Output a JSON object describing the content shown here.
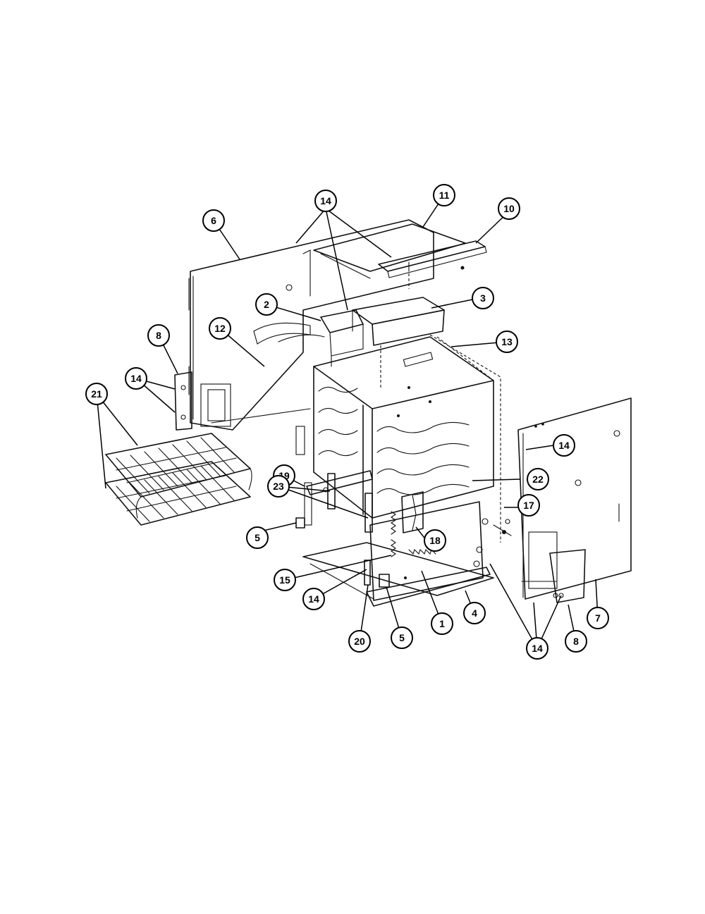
{
  "callouts": [
    {
      "id": "c14a",
      "text": "14"
    },
    {
      "id": "c11",
      "text": "11"
    },
    {
      "id": "c10",
      "text": "10"
    },
    {
      "id": "c6",
      "text": "6"
    },
    {
      "id": "c2",
      "text": "2"
    },
    {
      "id": "c3",
      "text": "3"
    },
    {
      "id": "c12",
      "text": "12"
    },
    {
      "id": "c13",
      "text": "13"
    },
    {
      "id": "c8a",
      "text": "8"
    },
    {
      "id": "c14b",
      "text": "14"
    },
    {
      "id": "c21",
      "text": "21"
    },
    {
      "id": "c14c",
      "text": "14"
    },
    {
      "id": "c19",
      "text": "19"
    },
    {
      "id": "c22",
      "text": "22"
    },
    {
      "id": "c23",
      "text": "23"
    },
    {
      "id": "c17",
      "text": "17"
    },
    {
      "id": "c5a",
      "text": "5"
    },
    {
      "id": "c18",
      "text": "18"
    },
    {
      "id": "c15",
      "text": "15"
    },
    {
      "id": "c14d",
      "text": "14"
    },
    {
      "id": "c1",
      "text": "1"
    },
    {
      "id": "c4",
      "text": "4"
    },
    {
      "id": "c7",
      "text": "7"
    },
    {
      "id": "c20",
      "text": "20"
    },
    {
      "id": "c5b",
      "text": "5"
    },
    {
      "id": "c14e",
      "text": "14"
    },
    {
      "id": "c8b",
      "text": "8"
    }
  ]
}
